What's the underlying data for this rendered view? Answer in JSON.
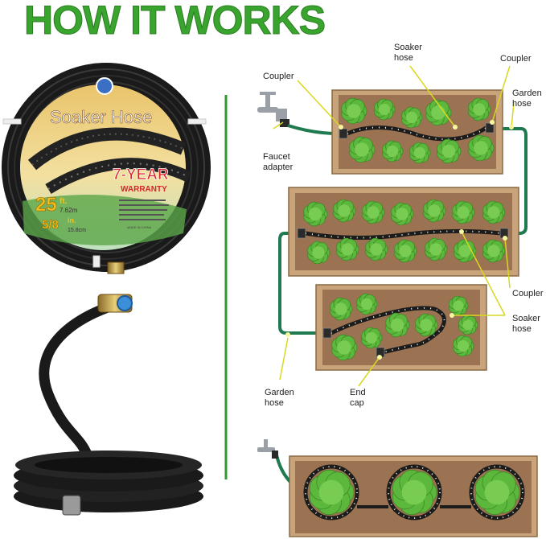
{
  "title": "HOW IT WORKS",
  "product": {
    "brand_label": "Soaker Hose",
    "warranty_big": "7-YEAR",
    "warranty_small": "WARRANTY",
    "length_value": "25",
    "length_unit": "ft.",
    "length_metric": "7.62m",
    "diameter_value": "5/8",
    "diameter_unit": "in.",
    "diameter_metric": "15.8cm",
    "made_in": "MADE IN CHINA"
  },
  "labels": {
    "coupler_top": "Coupler",
    "soaker_top_1": "Soaker",
    "soaker_top_2": "hose",
    "coupler_right": "Coupler",
    "garden_top_1": "Garden",
    "garden_top_2": "hose",
    "faucet_1": "Faucet",
    "faucet_2": "adapter",
    "coupler_mid": "Coupler",
    "soaker_mid_1": "Soaker",
    "soaker_mid_2": "hose",
    "garden_bottom_1": "Garden",
    "garden_bottom_2": "hose",
    "endcap_1": "End",
    "endcap_2": "cap"
  },
  "colors": {
    "title_green": "#3aa52e",
    "garden_hose": "#1f7a4f",
    "bed_wood": "#c9a37a",
    "soil": "#9b7353",
    "plant": "#5cb83c",
    "hose_black": "#1c1c1c",
    "divider": "#2f9a2f"
  }
}
